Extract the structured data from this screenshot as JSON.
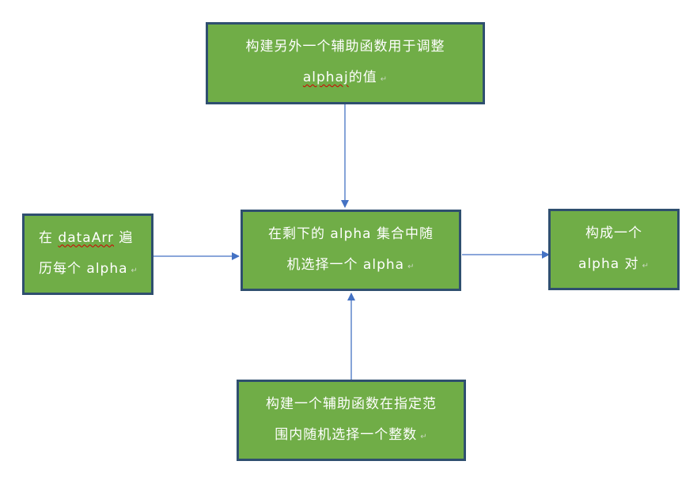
{
  "nodes": {
    "top": {
      "line1": "构建另外一个辅助函数用于调整",
      "line2_pre": "alphaj",
      "line2_post": "的值"
    },
    "left": {
      "line1_pre": "在",
      "line1_word": "dataArr",
      "line1_post": "遍",
      "line2": "历每个 alpha"
    },
    "center": {
      "line1": "在剩下的 alpha 集合中随",
      "line2": "机选择一个 alpha"
    },
    "right": {
      "line1": "构成一个",
      "line2": "alpha 对"
    },
    "bottom": {
      "line1": "构建一个辅助函数在指定范",
      "line2": "围内随机选择一个整数"
    }
  },
  "paragraph_mark": "↵",
  "colors": {
    "box_fill": "#70ad47",
    "box_border": "#2f4f6f",
    "arrow": "#4472c4"
  }
}
